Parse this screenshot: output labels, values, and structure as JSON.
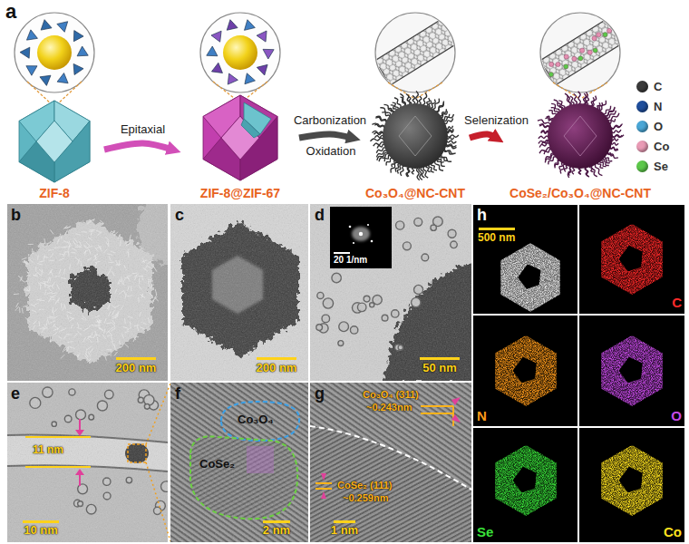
{
  "diagram": {
    "nodes": [
      {
        "text": [
          "ZIF-8"
        ]
      },
      {
        "text": [
          "ZIF-8@ZIF-67"
        ]
      },
      {
        "text": [
          "Co₃O₄@NC-CNT"
        ]
      },
      {
        "text": [
          "CoSe₂/Co₃O₄@NC-CNT"
        ]
      }
    ],
    "edges": [
      {
        "from": 0,
        "to": 1,
        "arrow": "to",
        "label": "Epitaxial"
      },
      {
        "from": 1,
        "to": 2,
        "arrow": "to",
        "label": "Carbonization"
      },
      {
        "from": 2,
        "to": 3,
        "arrow": "to",
        "label": "Selenization"
      }
    ],
    "labels": [
      "a",
      "Oxidation",
      "b",
      "200 nm",
      "c",
      "200 nm",
      "d",
      "20 1/nm",
      "50 nm",
      "h",
      "500 nm",
      "C",
      "N",
      "O",
      "Se",
      "Co",
      "e",
      "11 nm",
      "10 nm",
      "f",
      "Co₃O₄",
      "CoSe₂",
      "2 nm",
      "g",
      "Co₃O₄ (311)",
      "~0.243nm",
      "CoSe₂ (111)",
      "~0.259nm",
      "1 nm"
    ],
    "legend": [
      {
        "text": "C",
        "color": "#3a3a3a"
      },
      {
        "text": "N",
        "color": "#1f4e9c"
      },
      {
        "text": "O",
        "color": "#49a6d6"
      },
      {
        "text": "Co",
        "color": "#e99bb5"
      },
      {
        "text": "Se",
        "color": "#5cc84a"
      }
    ]
  }
}
